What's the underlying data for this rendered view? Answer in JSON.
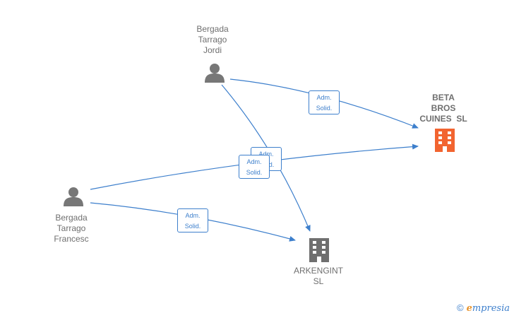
{
  "nodes": {
    "jordi": {
      "lines": [
        "Bergada",
        "Tarrago",
        "Jordi"
      ],
      "type": "person"
    },
    "francesc": {
      "lines": [
        "Bergada",
        "Tarrago",
        "Francesc"
      ],
      "type": "person"
    },
    "beta": {
      "lines": [
        "BETA",
        "BROS",
        "CUINES  SL"
      ],
      "type": "company-main",
      "color": "#f26430"
    },
    "arkengint": {
      "lines": [
        "ARKENGINT",
        "SL"
      ],
      "type": "company",
      "color": "#6f6f6f"
    }
  },
  "edges": [
    {
      "from": "jordi",
      "to": "beta",
      "label": [
        "Adm.",
        "Solid."
      ]
    },
    {
      "from": "jordi",
      "to": "arkengint",
      "label": [
        "Adm.",
        "Solid."
      ]
    },
    {
      "from": "francesc",
      "to": "beta",
      "label": [
        "Adm.",
        "Solid."
      ]
    },
    {
      "from": "francesc",
      "to": "arkengint",
      "label": [
        "Adm.",
        "Solid."
      ]
    }
  ],
  "colors": {
    "edge": "#3d7fcc",
    "person": "#777777",
    "company": "#6f6f6f",
    "company_main": "#f26430"
  },
  "watermark": {
    "copyright": "©",
    "brand_initial": "e",
    "brand_rest": "mpresia"
  }
}
